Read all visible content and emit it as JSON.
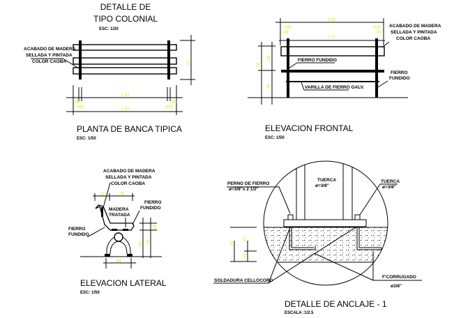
{
  "plan": {
    "title_line1": "DETALLE DE",
    "title_line2": "TIPO COLONIAL",
    "scale_top": "ESC: 1/20",
    "note": [
      "ACABADO DE MADERA",
      "SELLADA Y PINTADA",
      "COLOR CAOBA"
    ],
    "dims": {
      "inner": "1.27",
      "total": "1.50",
      "side_left": ".08",
      "side_right": ".08",
      "edge_left": ".025",
      "edge_right": ".025",
      "depth": ".57"
    },
    "title": "PLANTA DE BANCA TIPICA",
    "scale": "ESC: 1/50"
  },
  "front": {
    "note": [
      "ACABADO DE MADERA",
      "SELLADA Y PINTADA",
      "COLOR CAOBA"
    ],
    "label_fierro_1": "FIERRO FUNDIDO",
    "label_fierro_2": [
      "FIERRO",
      "FUNDIDO"
    ],
    "label_varilla": "VARILLA DE FIERRO GALV.",
    "dims": {
      "total": "1.50",
      "inner": "1.27",
      "edge_left": ".025",
      "edge_right": ".025",
      "side_left": ".08",
      "side_right": ".08",
      "height": ".76",
      "upper": ".36",
      "lower": ".40"
    },
    "title": "ELEVACION FRONTAL",
    "scale": "ESC: 1/50"
  },
  "lateral": {
    "note": [
      "ACABADO DE MADERA",
      "SELLADA Y PINTADA",
      "COLOR CAOBA"
    ],
    "label_madera": [
      "MADERA",
      "TRATADA"
    ],
    "label_fierro_right": [
      "FIERRO",
      "FUNDIDO"
    ],
    "label_fierro_left": [
      "FIERRO",
      "FUNDIDO"
    ],
    "dims": {
      "back": ".11",
      "seat": ".38",
      "base": ".34",
      "thick": ".05",
      "h1": ".43",
      "h2": ".40"
    },
    "title": "ELEVACION LATERAL",
    "scale": "ESC: 1/50"
  },
  "anchor": {
    "label_tuerca_center": [
      "TUERCA",
      "ø=3/8\""
    ],
    "label_tuerca_right": [
      "TUERCA",
      "ø=3/8\""
    ],
    "label_perno": [
      "PERNO DE FIERRO",
      "ø=3/8\"x 2 1/2\""
    ],
    "label_soldadura": "SOLDADURA CELLOCORD",
    "label_corrugado": [
      "F'CORRUGADO",
      "ø3/8\""
    ],
    "dims": {
      "total": ".10",
      "upper": ".07",
      "lower": ".03"
    },
    "title": "DETALLE DE ANCLAJE - 1",
    "scale": "ESCALA :1/2.5"
  },
  "colors": {
    "lines": "#000000",
    "dimensions": "#e6e600",
    "background": "#ffffff"
  }
}
